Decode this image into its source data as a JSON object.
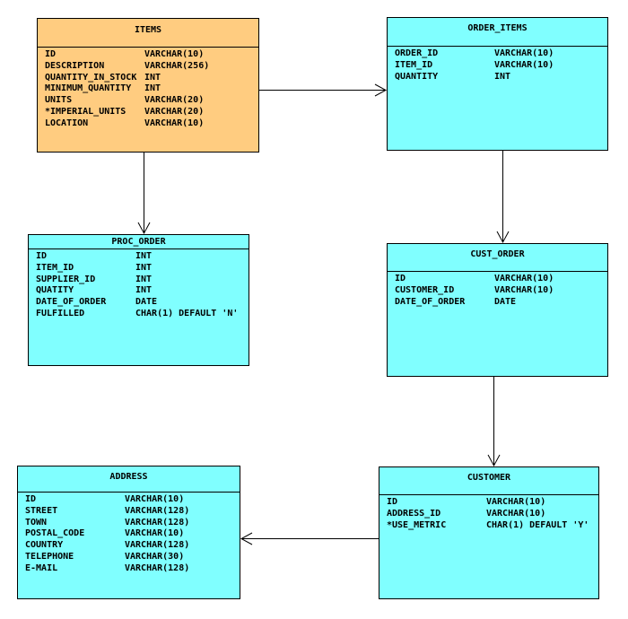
{
  "diagram": {
    "kind": "entity-relationship-diagram",
    "colors": {
      "highlighted_table_fill": "#FFCC80",
      "table_fill": "#80FFFF",
      "border": "#000000",
      "background": "#FFFFFF"
    },
    "tables": [
      {
        "title": "ITEMS",
        "fields": [
          {
            "name": "ID",
            "type": "VARCHAR(10)"
          },
          {
            "name": "DESCRIPTION",
            "type": "VARCHAR(256)"
          },
          {
            "name": "QUANTITY_IN_STOCK",
            "type": "INT"
          },
          {
            "name": "MINIMUM_QUANTITY",
            "type": "INT"
          },
          {
            "name": "UNITS",
            "type": "VARCHAR(20)"
          },
          {
            "name": "*IMPERIAL_UNITS",
            "type": "VARCHAR(20)"
          },
          {
            "name": "LOCATION",
            "type": "VARCHAR(10)"
          }
        ]
      },
      {
        "title": "ORDER_ITEMS",
        "fields": [
          {
            "name": "ORDER_ID",
            "type": "VARCHAR(10)"
          },
          {
            "name": "ITEM_ID",
            "type": "VARCHAR(10)"
          },
          {
            "name": "QUANTITY",
            "type": "INT"
          }
        ]
      },
      {
        "title": "PROC_ORDER",
        "fields": [
          {
            "name": "ID",
            "type": "INT"
          },
          {
            "name": "ITEM_ID",
            "type": "INT"
          },
          {
            "name": "SUPPLIER_ID",
            "type": "INT"
          },
          {
            "name": "QUATITY",
            "type": "INT"
          },
          {
            "name": "DATE_OF_ORDER",
            "type": "DATE"
          },
          {
            "name": "FULFILLED",
            "type": "CHAR(1) DEFAULT 'N'"
          }
        ]
      },
      {
        "title": "CUST_ORDER",
        "fields": [
          {
            "name": "ID",
            "type": "VARCHAR(10)"
          },
          {
            "name": "CUSTOMER_ID",
            "type": "VARCHAR(10)"
          },
          {
            "name": "DATE_OF_ORDER",
            "type": "DATE"
          }
        ]
      },
      {
        "title": "ADDRESS",
        "fields": [
          {
            "name": "ID",
            "type": "VARCHAR(10)"
          },
          {
            "name": "STREET",
            "type": "VARCHAR(128)"
          },
          {
            "name": "TOWN",
            "type": "VARCHAR(128)"
          },
          {
            "name": "POSTAL_CODE",
            "type": "VARCHAR(10)"
          },
          {
            "name": "COUNTRY",
            "type": "VARCHAR(128)"
          },
          {
            "name": "TELEPHONE",
            "type": "VARCHAR(30)"
          },
          {
            "name": "E-MAIL",
            "type": "VARCHAR(128)"
          }
        ]
      },
      {
        "title": "CUSTOMER",
        "fields": [
          {
            "name": "ID",
            "type": "VARCHAR(10)"
          },
          {
            "name": "ADDRESS_ID",
            "type": "VARCHAR(10)"
          },
          {
            "name": "*USE_METRIC",
            "type": "CHAR(1) DEFAULT 'Y'"
          }
        ]
      }
    ],
    "relations": [
      {
        "from": "ITEMS",
        "to": "ORDER_ITEMS"
      },
      {
        "from": "ITEMS",
        "to": "PROC_ORDER"
      },
      {
        "from": "ORDER_ITEMS",
        "to": "CUST_ORDER"
      },
      {
        "from": "CUST_ORDER",
        "to": "CUSTOMER"
      },
      {
        "from": "CUSTOMER",
        "to": "ADDRESS"
      }
    ]
  }
}
